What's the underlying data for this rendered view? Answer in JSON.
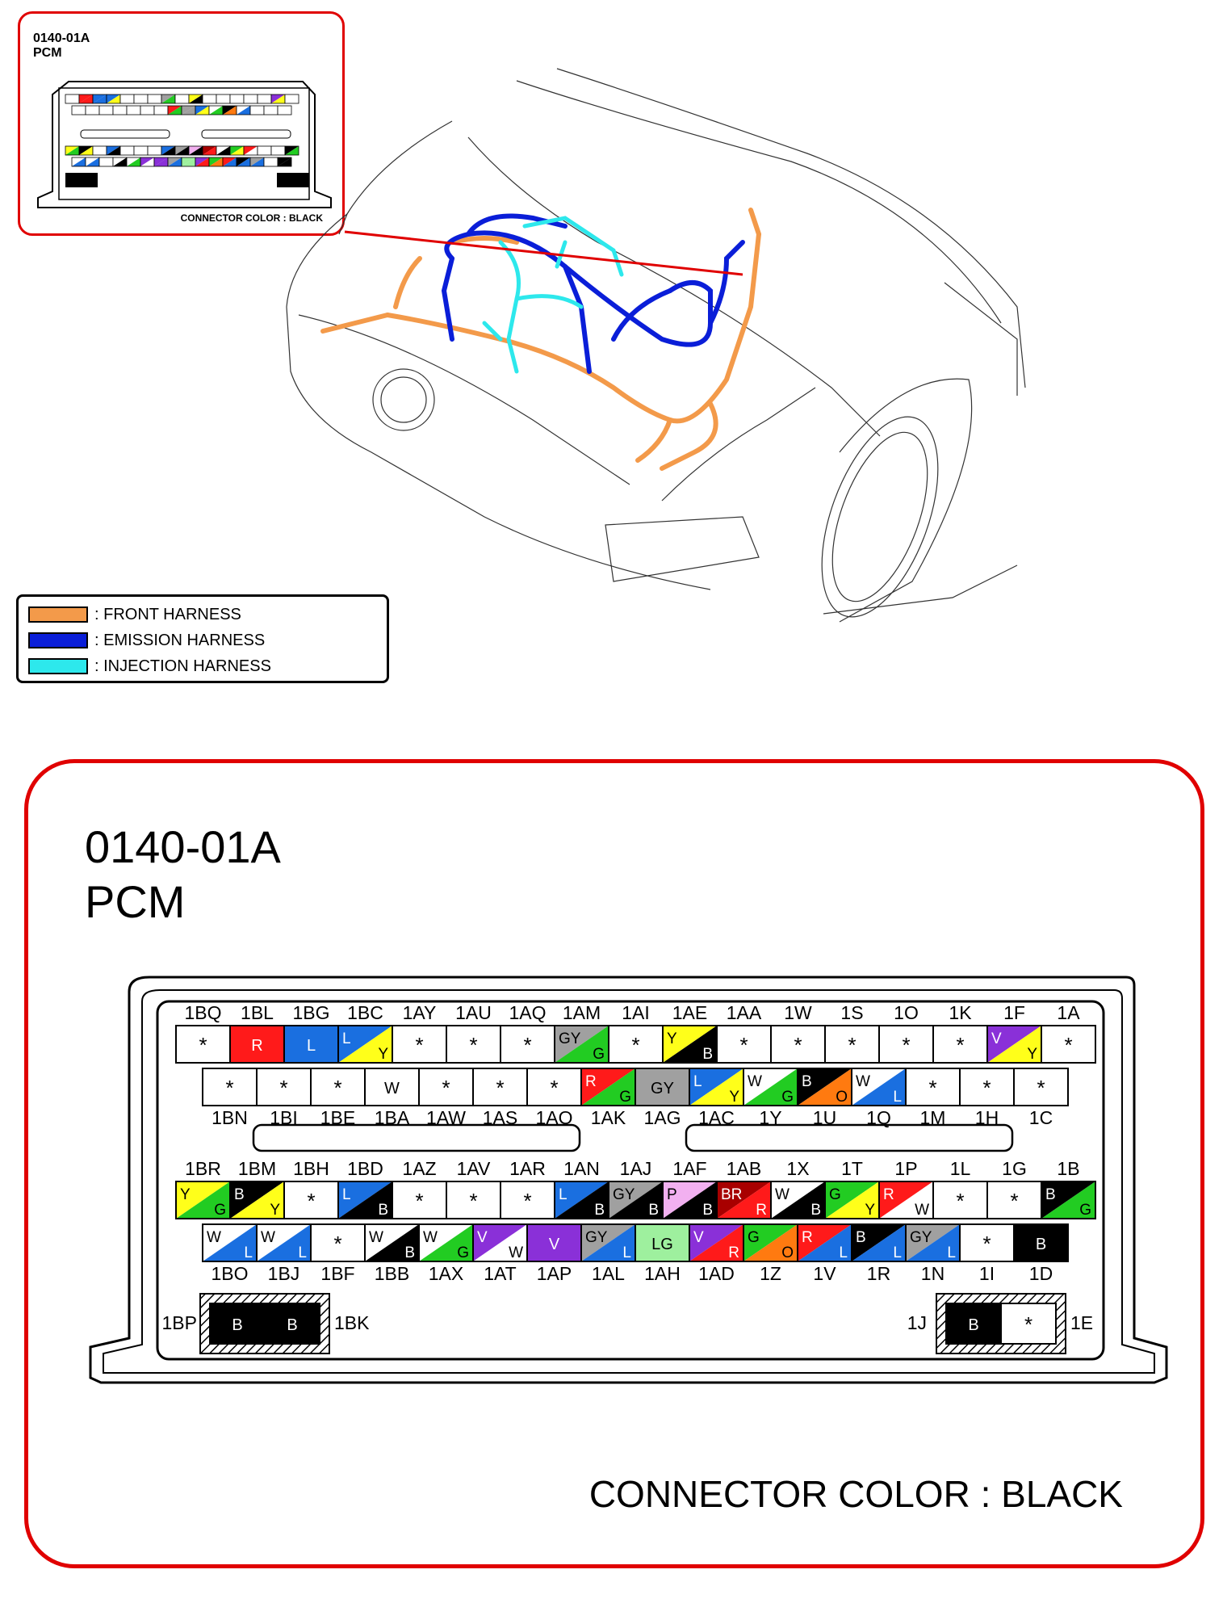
{
  "inset": {
    "code": "0140-01A",
    "name": "PCM",
    "connector_color": "CONNECTOR COLOR : BLACK"
  },
  "legend": [
    {
      "label": ": FRONT HARNESS",
      "color": "#f39a4a"
    },
    {
      "label": ": EMISSION HARNESS",
      "color": "#0a1ed8"
    },
    {
      "label": ": INJECTION HARNESS",
      "color": "#2de8ec"
    }
  ],
  "detail": {
    "code": "0140-01A",
    "name": "PCM",
    "connector_color": "CONNECTOR COLOR : BLACK"
  },
  "colors": {
    "R": "#ff1a1a",
    "L": "#1a6fe0",
    "Y": "#ffff1a",
    "GY": "#a0a0a0",
    "G": "#22cc22",
    "W": "#ffffff",
    "B": "#000000",
    "O": "#ff7a10",
    "V": "#8a30d8",
    "P": "#f2b0f0",
    "BR": "#a80000",
    "LG": "#9ef09e"
  },
  "blockA": {
    "labels_top": [
      "1BQ",
      "1BL",
      "1BG",
      "1BC",
      "1AY",
      "1AU",
      "1AQ",
      "1AM",
      "1AI",
      "1AE",
      "1AA",
      "1W",
      "1S",
      "1O",
      "1K",
      "1F",
      "1A"
    ],
    "row1": [
      [
        "*"
      ],
      [
        "R"
      ],
      [
        "L"
      ],
      [
        "L",
        "Y"
      ],
      [
        "*"
      ],
      [
        "*"
      ],
      [
        "*"
      ],
      [
        "GY",
        "G"
      ],
      [
        "*"
      ],
      [
        "Y",
        "B"
      ],
      [
        "*"
      ],
      [
        "*"
      ],
      [
        "*"
      ],
      [
        "*"
      ],
      [
        "*"
      ],
      [
        "V",
        "Y"
      ],
      [
        "*"
      ]
    ],
    "row2": [
      [
        "*"
      ],
      [
        "*"
      ],
      [
        "*"
      ],
      [
        "W"
      ],
      [
        "*"
      ],
      [
        "*"
      ],
      [
        "*"
      ],
      [
        "R",
        "G"
      ],
      [
        "GY"
      ],
      [
        "L",
        "Y"
      ],
      [
        "W",
        "G"
      ],
      [
        "B",
        "O"
      ],
      [
        "W",
        "L"
      ],
      [
        "*"
      ],
      [
        "*"
      ],
      [
        "*"
      ]
    ],
    "labels_bottom": [
      "1BN",
      "1BI",
      "1BE",
      "1BA",
      "1AW",
      "1AS",
      "1AO",
      "1AK",
      "1AG",
      "1AC",
      "1Y",
      "1U",
      "1Q",
      "1M",
      "1H",
      "1C"
    ]
  },
  "blockB": {
    "labels_top": [
      "1BR",
      "1BM",
      "1BH",
      "1BD",
      "1AZ",
      "1AV",
      "1AR",
      "1AN",
      "1AJ",
      "1AF",
      "1AB",
      "1X",
      "1T",
      "1P",
      "1L",
      "1G",
      "1B"
    ],
    "row1": [
      [
        "Y",
        "G"
      ],
      [
        "B",
        "Y"
      ],
      [
        "*"
      ],
      [
        "L",
        "B"
      ],
      [
        "*"
      ],
      [
        "*"
      ],
      [
        "*"
      ],
      [
        "L",
        "B"
      ],
      [
        "GY",
        "B"
      ],
      [
        "P",
        "B"
      ],
      [
        "BR",
        "R"
      ],
      [
        "W",
        "B"
      ],
      [
        "G",
        "Y"
      ],
      [
        "R",
        "W"
      ],
      [
        "*"
      ],
      [
        "*"
      ],
      [
        "B",
        "G"
      ]
    ],
    "row2": [
      [
        "W",
        "L"
      ],
      [
        "W",
        "L"
      ],
      [
        "*"
      ],
      [
        "W",
        "B"
      ],
      [
        "W",
        "G"
      ],
      [
        "V",
        "W"
      ],
      [
        "V"
      ],
      [
        "GY",
        "L"
      ],
      [
        "LG"
      ],
      [
        "V",
        "R"
      ],
      [
        "G",
        "O"
      ],
      [
        "R",
        "L"
      ],
      [
        "B",
        "L"
      ],
      [
        "GY",
        "L"
      ],
      [
        "*"
      ],
      [
        "B"
      ]
    ],
    "labels_bottom": [
      "1BO",
      "1BJ",
      "1BF",
      "1BB",
      "1AX",
      "1AT",
      "1AP",
      "1AL",
      "1AH",
      "1AD",
      "1Z",
      "1V",
      "1R",
      "1N",
      "1I",
      "1D"
    ]
  },
  "side_left": {
    "left_label": "1BP",
    "right_label": "1BK",
    "cells": [
      "B",
      "B"
    ]
  },
  "side_right": {
    "left_label": "1J",
    "right_label": "1E",
    "cells": [
      "B",
      "*"
    ]
  }
}
